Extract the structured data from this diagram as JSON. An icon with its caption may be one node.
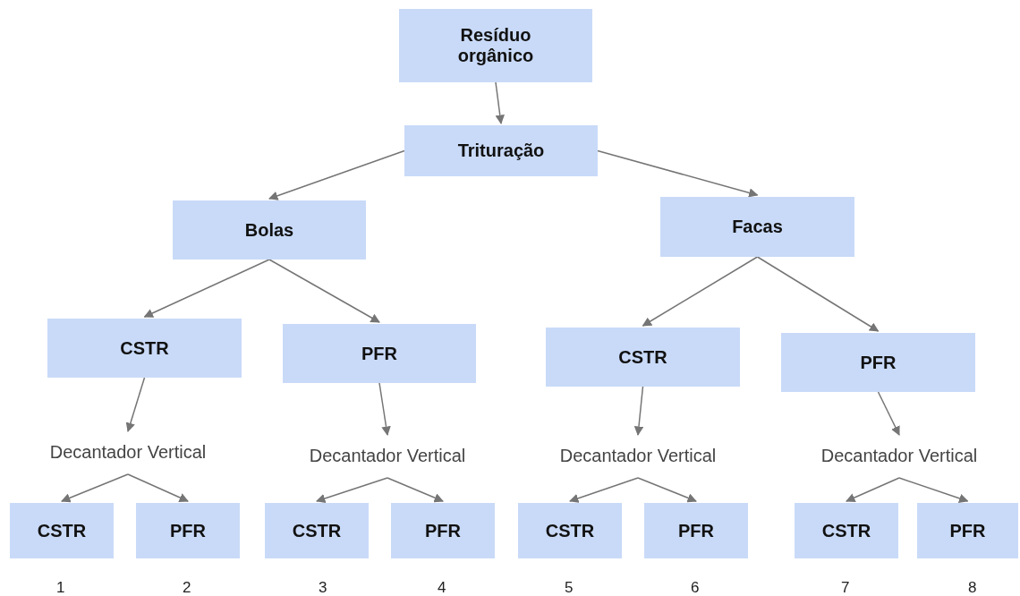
{
  "diagram": {
    "nodes": [
      {
        "text": [
          "Resíduo orgânico"
        ]
      },
      {
        "text": [
          "Trituração"
        ]
      },
      {
        "text": [
          "Bolas"
        ]
      },
      {
        "text": [
          "Facas"
        ]
      },
      {
        "text": [
          "CSTR"
        ]
      },
      {
        "text": [
          "PFR"
        ]
      },
      {
        "text": [
          "CSTR"
        ]
      },
      {
        "text": [
          "PFR"
        ]
      },
      {
        "text": [
          "Decantador Vertical"
        ]
      },
      {
        "text": [
          "Decantador Vertical"
        ]
      },
      {
        "text": [
          "Decantador Vertical"
        ]
      },
      {
        "text": [
          "Decantador Vertical"
        ]
      },
      {
        "text": [
          "CSTR"
        ]
      },
      {
        "text": [
          "PFR"
        ]
      },
      {
        "text": [
          "CSTR"
        ]
      },
      {
        "text": [
          "PFR"
        ]
      },
      {
        "text": [
          "CSTR"
        ]
      },
      {
        "text": [
          "PFR"
        ]
      },
      {
        "text": [
          "CSTR"
        ]
      },
      {
        "text": [
          "PFR"
        ]
      }
    ],
    "edges": [
      {
        "from": 0,
        "to": 1,
        "arrow": "to"
      },
      {
        "from": 1,
        "to": 2,
        "arrow": "to"
      },
      {
        "from": 1,
        "to": 3,
        "arrow": "to"
      },
      {
        "from": 2,
        "to": 4,
        "arrow": "to"
      },
      {
        "from": 2,
        "to": 5,
        "arrow": "to"
      },
      {
        "from": 3,
        "to": 6,
        "arrow": "to"
      },
      {
        "from": 3,
        "to": 7,
        "arrow": "to"
      },
      {
        "from": 4,
        "to": 8,
        "arrow": "to"
      },
      {
        "from": 5,
        "to": 9,
        "arrow": "to"
      },
      {
        "from": 6,
        "to": 10,
        "arrow": "to"
      },
      {
        "from": 7,
        "to": 11,
        "arrow": "to"
      },
      {
        "from": 8,
        "to": 12,
        "arrow": "to"
      },
      {
        "from": 8,
        "to": 13,
        "arrow": "to"
      },
      {
        "from": 9,
        "to": 14,
        "arrow": "to"
      },
      {
        "from": 9,
        "to": 15,
        "arrow": "to"
      },
      {
        "from": 10,
        "to": 16,
        "arrow": "to"
      },
      {
        "from": 10,
        "to": 17,
        "arrow": "to"
      },
      {
        "from": 11,
        "to": 18,
        "arrow": "to"
      },
      {
        "from": 11,
        "to": 19,
        "arrow": "to"
      }
    ],
    "labels": [
      "1",
      "2",
      "3",
      "4",
      "5",
      "6",
      "7",
      "8"
    ]
  }
}
